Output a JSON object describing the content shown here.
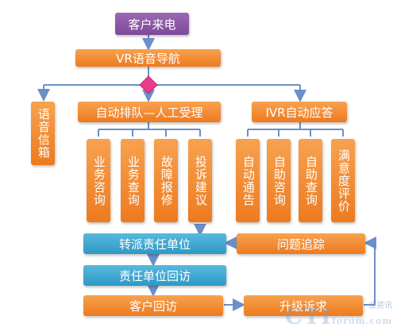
{
  "nodes": {
    "incoming_call": "客户来电",
    "vr_navigation": "VR语音导航",
    "voicemail": "语音信箱",
    "queue_manual": "自动排队—人工受理",
    "ivr_auto": "IVR自动应答",
    "business_consult": "业务咨询",
    "business_query": "业务查询",
    "fault_report": "故障报修",
    "complaint_suggestion": "投诉建议",
    "auto_notice": "自动通告",
    "self_consult": "自助咨询",
    "self_query": "自助查询",
    "satisfaction": "满意度评价",
    "transfer_unit": "转派责任单位",
    "issue_tracking": "问题追踪",
    "unit_callback": "责任单位回访",
    "customer_callback": "客户回访",
    "escalate_complaint": "升级诉求"
  },
  "colors": {
    "orange": "#ee7a1f",
    "purple": "#7d4a98",
    "blue": "#2f98c5",
    "line": "#6b8fc8",
    "diamond": "#e93c8a"
  },
  "watermark": {
    "logo": "CTI",
    "site": "forum.com",
    "tag": "业资讯"
  }
}
